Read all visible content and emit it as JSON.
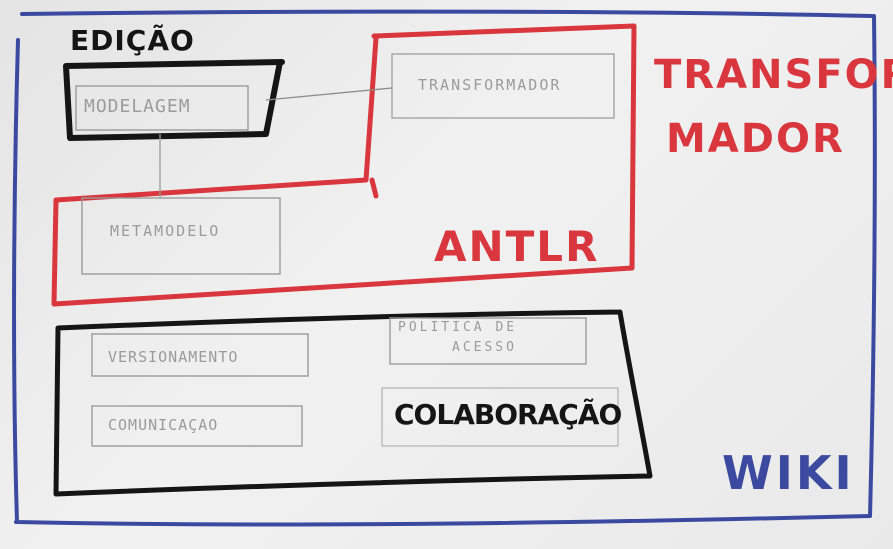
{
  "labels": {
    "edicao": "EDIÇÃO",
    "modelagem": "MODELAGEM",
    "metamodelo": "METAMODELO",
    "transformador_box": "TRANSFORMADOR",
    "transformador_line1": "TRANSFOR",
    "transformador_line2": "MADOR",
    "antlr": "ANTLR",
    "versionamento": "VERSIONAMENTO",
    "politica_line1": "POLITICA DE",
    "politica_line2": "ACESSO",
    "comunicacao": "COMUNICAÇAO",
    "colaboracao": "COLABORAÇÃO",
    "wiki": "WIKI"
  },
  "colors": {
    "board": "#ececec",
    "blue_frame": "#3b4aa0",
    "red_frame": "#d9363e",
    "black_frame": "#151515",
    "pencil": "#9b9b9b"
  }
}
